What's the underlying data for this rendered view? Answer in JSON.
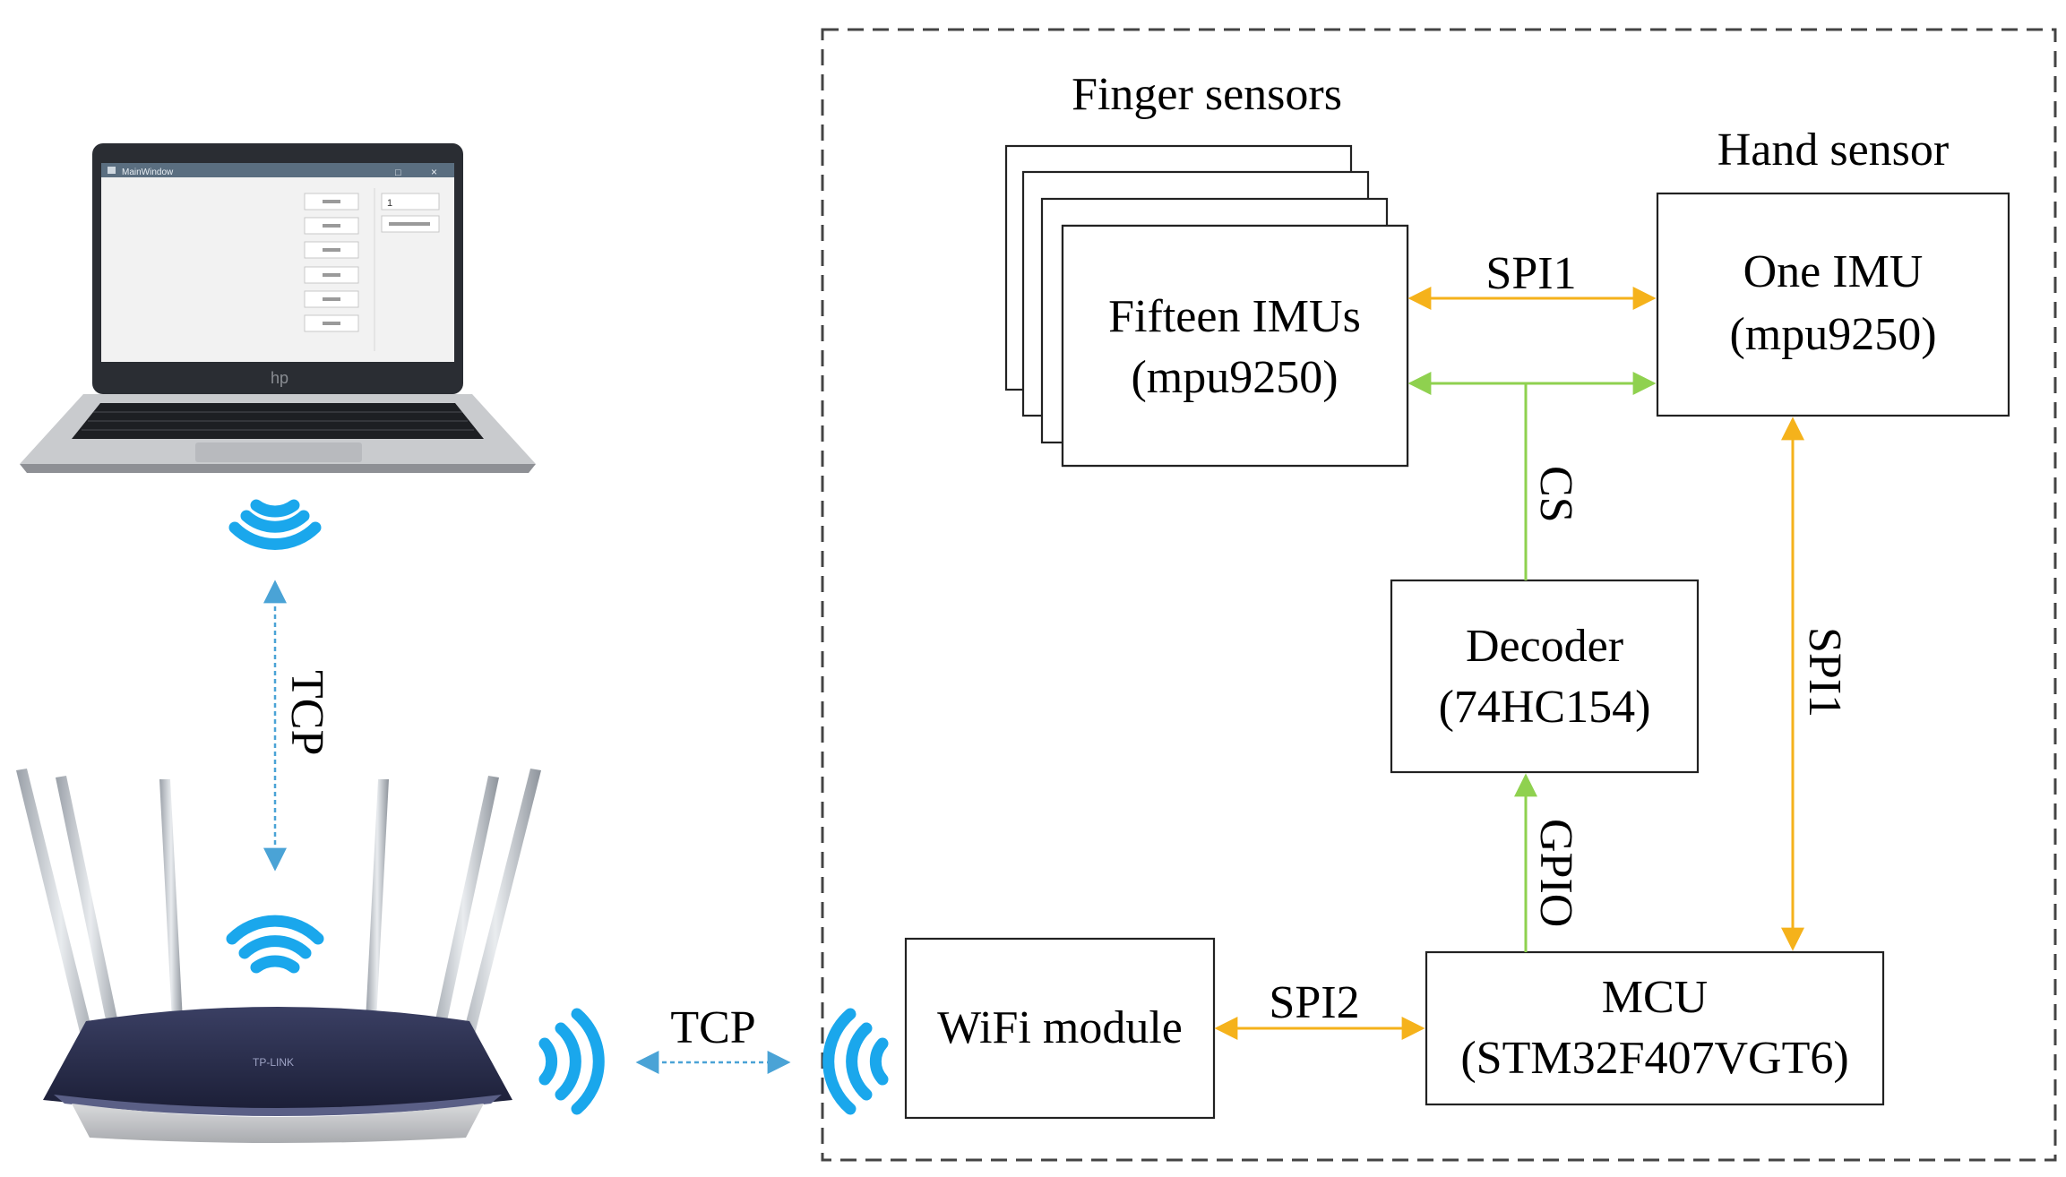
{
  "labels": {
    "finger_sensors": "Finger sensors",
    "hand_sensor": "Hand sensor",
    "fifteen_imus_line1": "Fifteen IMUs",
    "fifteen_imus_line2": "(mpu9250)",
    "one_imu_line1": "One IMU",
    "one_imu_line2": "(mpu9250)",
    "decoder_line1": "Decoder",
    "decoder_line2": "(74HC154)",
    "mcu_line1": "MCU",
    "mcu_line2": "(STM32F407VGT6)",
    "wifi_module": "WiFi module"
  },
  "links": {
    "spi1_top": "SPI1",
    "spi1_vertical": "SPI1",
    "cs": "CS",
    "gpio": "GPIO",
    "spi2": "SPI2",
    "tcp_vertical": "TCP",
    "tcp_horizontal": "TCP"
  },
  "laptop_screen": {
    "window_title": "MainWindow",
    "field_value": "1"
  },
  "colors": {
    "spi_arrow": "#f5b21b",
    "cs_gpio_arrow": "#8fd14f",
    "tcp_arrow": "#4aa3d6",
    "wifi_signal": "#1aa7ec",
    "router_body": "#2b2f4f",
    "frame": "#444444"
  }
}
